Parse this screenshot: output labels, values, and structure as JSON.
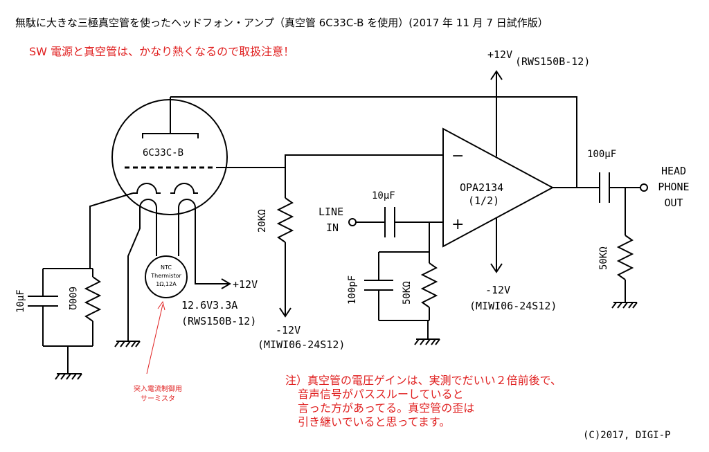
{
  "title": "無駄に大きな三極真空管を使ったヘッドフォン・アンプ（真空管 6C33C-B を使用）(2017 年 11 月 7 日試作版）",
  "warning": "SW 電源と真空管は、かなり熱くなるので取扱注意！",
  "tube": {
    "name": "6C33C-B"
  },
  "opamp": {
    "name": "OPA2134",
    "unit": "(1/2)",
    "minus": "−",
    "plus": "+"
  },
  "supply_top": {
    "voltage": "+12V",
    "model": "(RWS150B-12)"
  },
  "supply_opamp_neg": {
    "voltage": "-12V",
    "model": "(MIWI06-24S12)"
  },
  "supply_feedback_neg": {
    "voltage": "-12V",
    "model": "(MIWI06-24S12)"
  },
  "heater": {
    "plus": "+12V",
    "spec": "12.6V3.3A",
    "model": "(RWS150B-12)"
  },
  "thermistor": {
    "line1": "NTC",
    "line2": "Thermistor",
    "line3": "1Ω,12A"
  },
  "thermistor_note": {
    "line1": "突入電流制御用",
    "line2": "サーミスタ"
  },
  "components": {
    "r_cathode": "600Ω",
    "c_cathode": "10μF",
    "r_feedback": "20KΩ",
    "c_input": "10μF",
    "c_input_shunt": "100pF",
    "r_input": "50KΩ",
    "c_output": "100μF",
    "r_output": "50KΩ"
  },
  "input_label": {
    "line1": "LINE",
    "line2": "IN"
  },
  "output_label": {
    "line1": "HEAD",
    "line2": "PHONE",
    "line3": "OUT"
  },
  "note": {
    "line1": "注）真空管の電圧ゲインは、実測でだいい２倍前後で、",
    "line2": "音声信号がパススルーしていると",
    "line3": "言った方があってる。真空管の歪は",
    "line4": "引き継いでいると思ってます。"
  },
  "copyright": "(C)2017, DIGI-P",
  "colors": {
    "accent_red": "#e02020",
    "wire": "#000000",
    "background": "#ffffff"
  }
}
